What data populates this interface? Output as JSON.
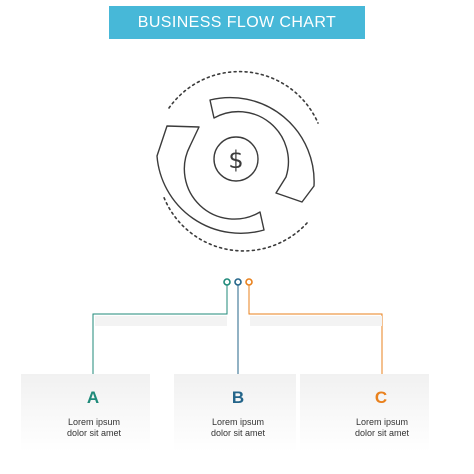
{
  "title": "BUSINESS FLOW CHART",
  "colors": {
    "banner": "#47b8d8",
    "step_a": "#1f8a7a",
    "step_b": "#24658a",
    "step_c": "#e9811d",
    "icon_stroke": "#3b3b3b",
    "card_bg": "#f1f1f1"
  },
  "icon": {
    "name": "money-exchange-cycle-icon",
    "symbol": "$"
  },
  "steps": [
    {
      "letter": "A",
      "line1": "Lorem ipsum",
      "line2": "dolor sit amet"
    },
    {
      "letter": "B",
      "line1": "Lorem ipsum",
      "line2": "dolor sit amet"
    },
    {
      "letter": "C",
      "line1": "Lorem ipsum",
      "line2": "dolor sit amet"
    }
  ]
}
